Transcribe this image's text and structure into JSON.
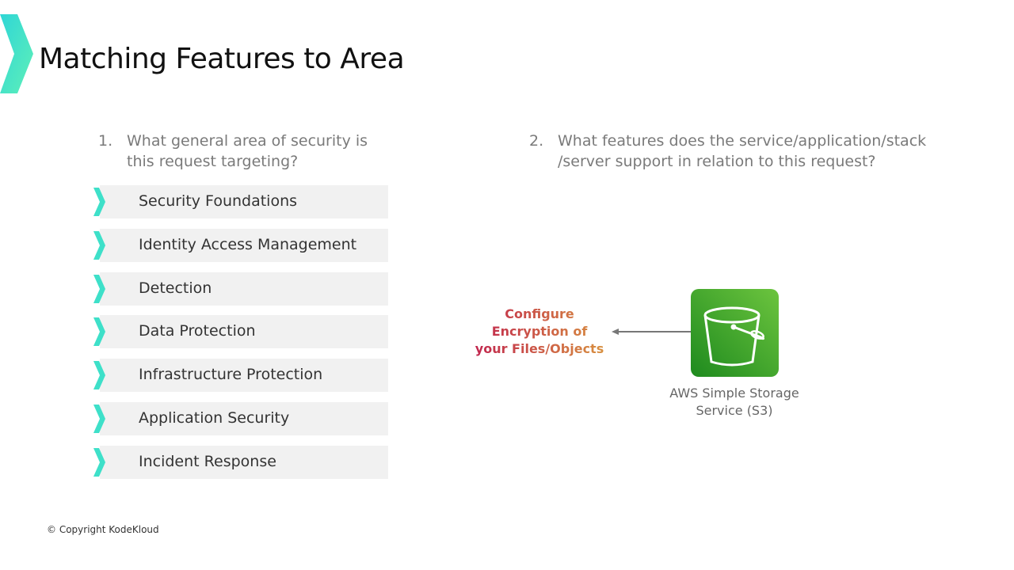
{
  "header": {
    "title": "Matching Features to Area"
  },
  "question1": {
    "number": "1.",
    "text": "What general area of security is this request targeting?"
  },
  "question2": {
    "number": "2.",
    "text": "What features does the service/application/stack /server support in relation to this request?"
  },
  "areas": [
    {
      "label": "Security Foundations"
    },
    {
      "label": "Identity Access Management"
    },
    {
      "label": "Detection"
    },
    {
      "label": "Data Protection"
    },
    {
      "label": "Infrastructure Protection"
    },
    {
      "label": "Application Security"
    },
    {
      "label": "Incident Response"
    }
  ],
  "diagram": {
    "feature_lines": [
      "Configure",
      "Encryption of",
      "your Files/Objects"
    ],
    "service_lines": [
      "AWS Simple Storage",
      "Service (S3)"
    ]
  },
  "footer": {
    "copyright": "© Copyright KodeKloud"
  },
  "colors": {
    "accent": "#3ee8c9",
    "s3_green": "#3f9f2a",
    "feature_start": "#c0204f",
    "feature_end": "#d9963f"
  }
}
